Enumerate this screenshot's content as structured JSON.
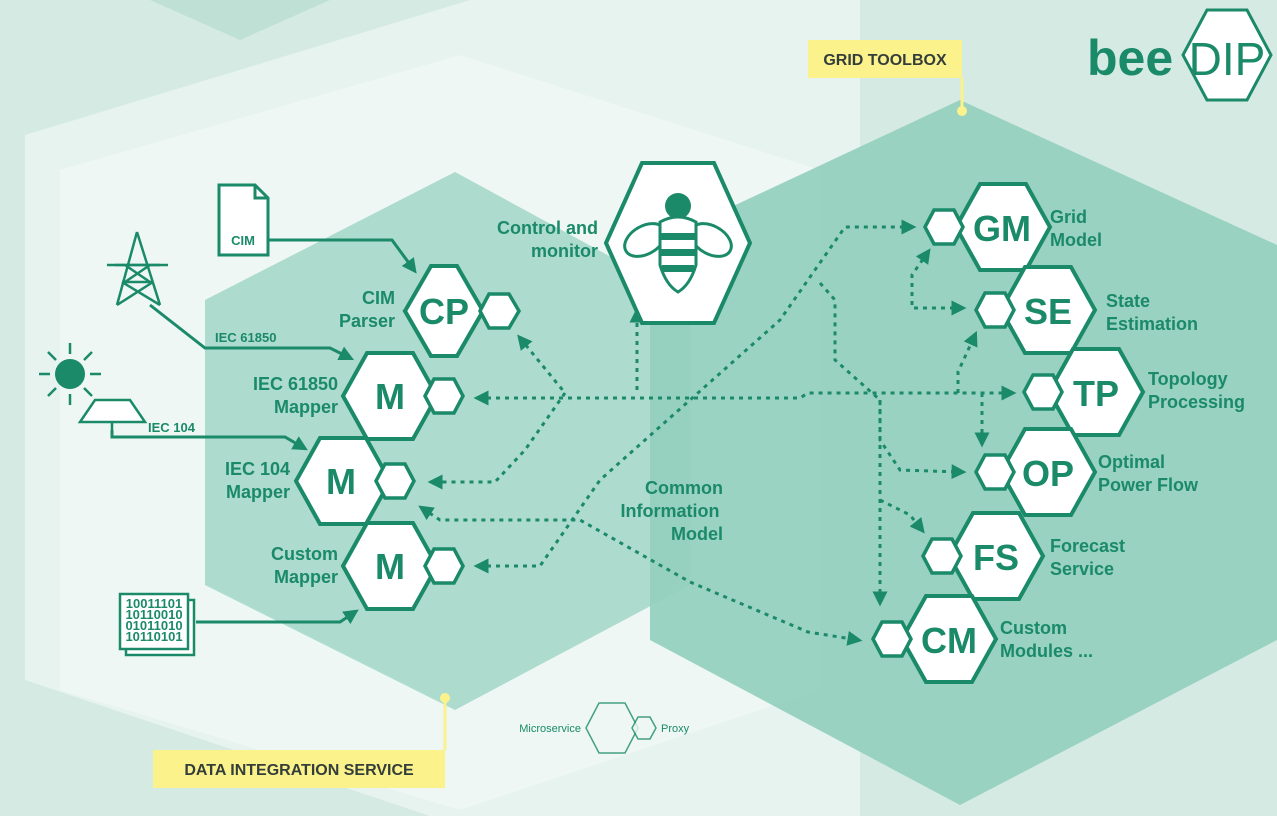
{
  "logo": {
    "bee": "bee",
    "dip": "DIP"
  },
  "tags": {
    "grid_toolbox": "GRID TOOLBOX",
    "data_integration": "DATA INTEGRATION SERVICE"
  },
  "sources": {
    "cim_file": "CIM",
    "iec61850_line": "IEC 61850",
    "iec104_line": "IEC 104",
    "binary": [
      "10011101",
      "10110010",
      "01011010",
      "10110101"
    ]
  },
  "integration": {
    "cp": {
      "abbr": "CP",
      "label_1": "CIM",
      "label_2": "Parser"
    },
    "m1": {
      "abbr": "M",
      "label_1": "IEC 61850",
      "label_2": "Mapper"
    },
    "m2": {
      "abbr": "M",
      "label_1": "IEC 104",
      "label_2": "Mapper"
    },
    "m3": {
      "abbr": "M",
      "label_1": "Custom",
      "label_2": "Mapper"
    }
  },
  "center": {
    "control_1": "Control and",
    "control_2": "monitor",
    "cim_1": "Common",
    "cim_2": "Information",
    "cim_3": "Model"
  },
  "toolbox": {
    "gm": {
      "abbr": "GM",
      "label_1": "Grid",
      "label_2": "Model"
    },
    "se": {
      "abbr": "SE",
      "label_1": "State",
      "label_2": "Estimation"
    },
    "tp": {
      "abbr": "TP",
      "label_1": "Topology",
      "label_2": "Processing"
    },
    "op": {
      "abbr": "OP",
      "label_1": "Optimal",
      "label_2": "Power Flow"
    },
    "fs": {
      "abbr": "FS",
      "label_1": "Forecast",
      "label_2": "Service"
    },
    "cm": {
      "abbr": "CM",
      "label_1": "Custom",
      "label_2": "Modules ..."
    }
  },
  "legend": {
    "microservice": "Microservice",
    "proxy": "Proxy"
  },
  "colors": {
    "accent": "#1a8a68",
    "tag": "#fbf28c",
    "background": "#d5eae3"
  }
}
